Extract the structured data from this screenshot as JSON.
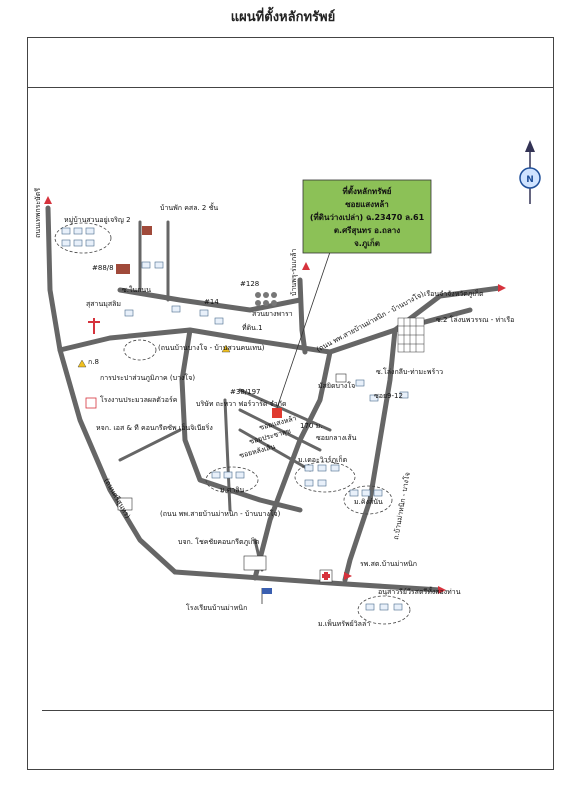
{
  "page_title": "แผนที่ตั้งหลักทรัพย์",
  "callout": {
    "lines": [
      "ที่ตั้งหลักทรัพย์",
      "ซอยแสงหล้า",
      "(ที่ดินว่างเปล่า) ฉ.23470 ล.61",
      "ต.ศรีสุนทร อ.ถลาง",
      "จ.ภูเก็ต"
    ],
    "bg_color": "#8cc157"
  },
  "distance_label": "170 ม.",
  "labels": {
    "village_north": "หมู่บ้านสวนอยู่เจริญ 2",
    "road_left_top": "ถนนเทพกระษัตรี",
    "house_2floor": "บ้านพัก คสล. 2 ชั้น",
    "no_88_8": "#88/8",
    "no_128": "#128",
    "no_14": "#14",
    "hotel": "สุสานมุสลิม",
    "soi_rongnam": "ซ.ในถนน",
    "tree_garden": "สวนยางพารา",
    "land_parcel": "ที่ดิน.1",
    "road_north": "บ้านพรุ-ร่มเกล้า",
    "road_main_east": "(ถนน พพ.สายบ้านม่าหนิก - บ้านบางโจ)",
    "soi_east_1": "ซ.2 โล่งนพวรรณ - ท่าเรือ",
    "soi_east_2": "ซ.โล่งกลีบ-ท่ามะพร้าว",
    "soi_east_3": "ซอย9-12",
    "mosque": "มัสยิดบางโจ",
    "church_east": "เรือนจำจังหวัดภูเก็ต",
    "road_middle": "(ถนนบ้านบางโจ - บ้านสวนคนเทน)",
    "flag_post": "ก.8",
    "tele_office": "การประปาส่วนภูมิภาค (บางโจ)",
    "factory": "โรงงานประมวลผลตัวอร์ค",
    "no_38_197": "#38/197",
    "company": "บริษัท ถะหวา ฟอร์วาร์ด จำกัด",
    "soi_saengla": "ซอยแสงหล้า",
    "soi_prachasuk": "ซอยประชาสุข",
    "soi_lang": "ซอยหลังเส้น",
    "soi_klang": "ซอยกลางเส้น",
    "supply_store": "หจก. เอส & ที คอนกรีตซัพ เอ็นจิเนียริ่ง",
    "village_ms": "ม.ศาลิน",
    "village_nice": "ม.เดอะวิวร์ภูเก็ต",
    "village_king": "ม.คิงส์นัน",
    "road_south": "(ถนน พพ.สายบ้านม่าหนิก - บ้านบางโจ)",
    "road_left_vert": "(ถนนศรีสุนทร)",
    "road_bang_jo": "ถ.บ้านม่าหนิก - บางโจ",
    "factory_south": "บจก. โชคชัยคอนกรีตภูเก็ต",
    "hospital": "รพ.สต.บ้านม่าหนิก",
    "monument": "อนุสาวรีย์วีรสตรีทั้งสองท่าน",
    "school": "โรงเรียนบ้านม่าหนิก",
    "village_south": "ม.เพ็นทรัพย์วิลล่า"
  },
  "colors": {
    "road": "#666666",
    "target": "#e03a2f",
    "callout": "#8cc157",
    "arrow": "#d6323c"
  },
  "compass": {
    "letter": "N"
  }
}
